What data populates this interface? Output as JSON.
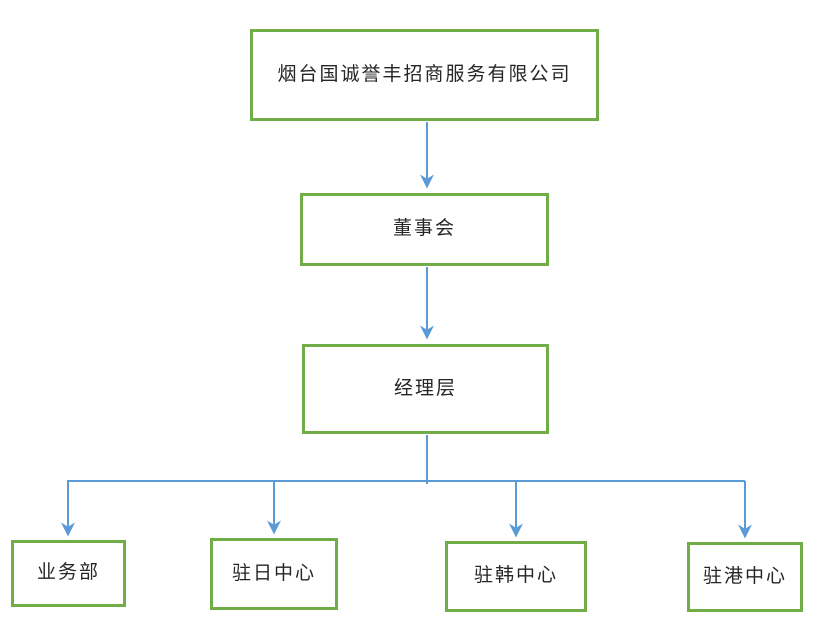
{
  "diagram": {
    "type": "org-chart",
    "nodes": {
      "company": "烟台国诚誉丰招商服务有限公司",
      "board": "董事会",
      "management": "经理层"
    },
    "departments": [
      {
        "label": "业务部"
      },
      {
        "label": "驻日中心"
      },
      {
        "label": "驻韩中心"
      },
      {
        "label": "驻港中心"
      }
    ],
    "colors": {
      "box_border": "#70AD47",
      "connector": "#5B9BD5",
      "text": "#262626",
      "background": "#ffffff"
    }
  }
}
